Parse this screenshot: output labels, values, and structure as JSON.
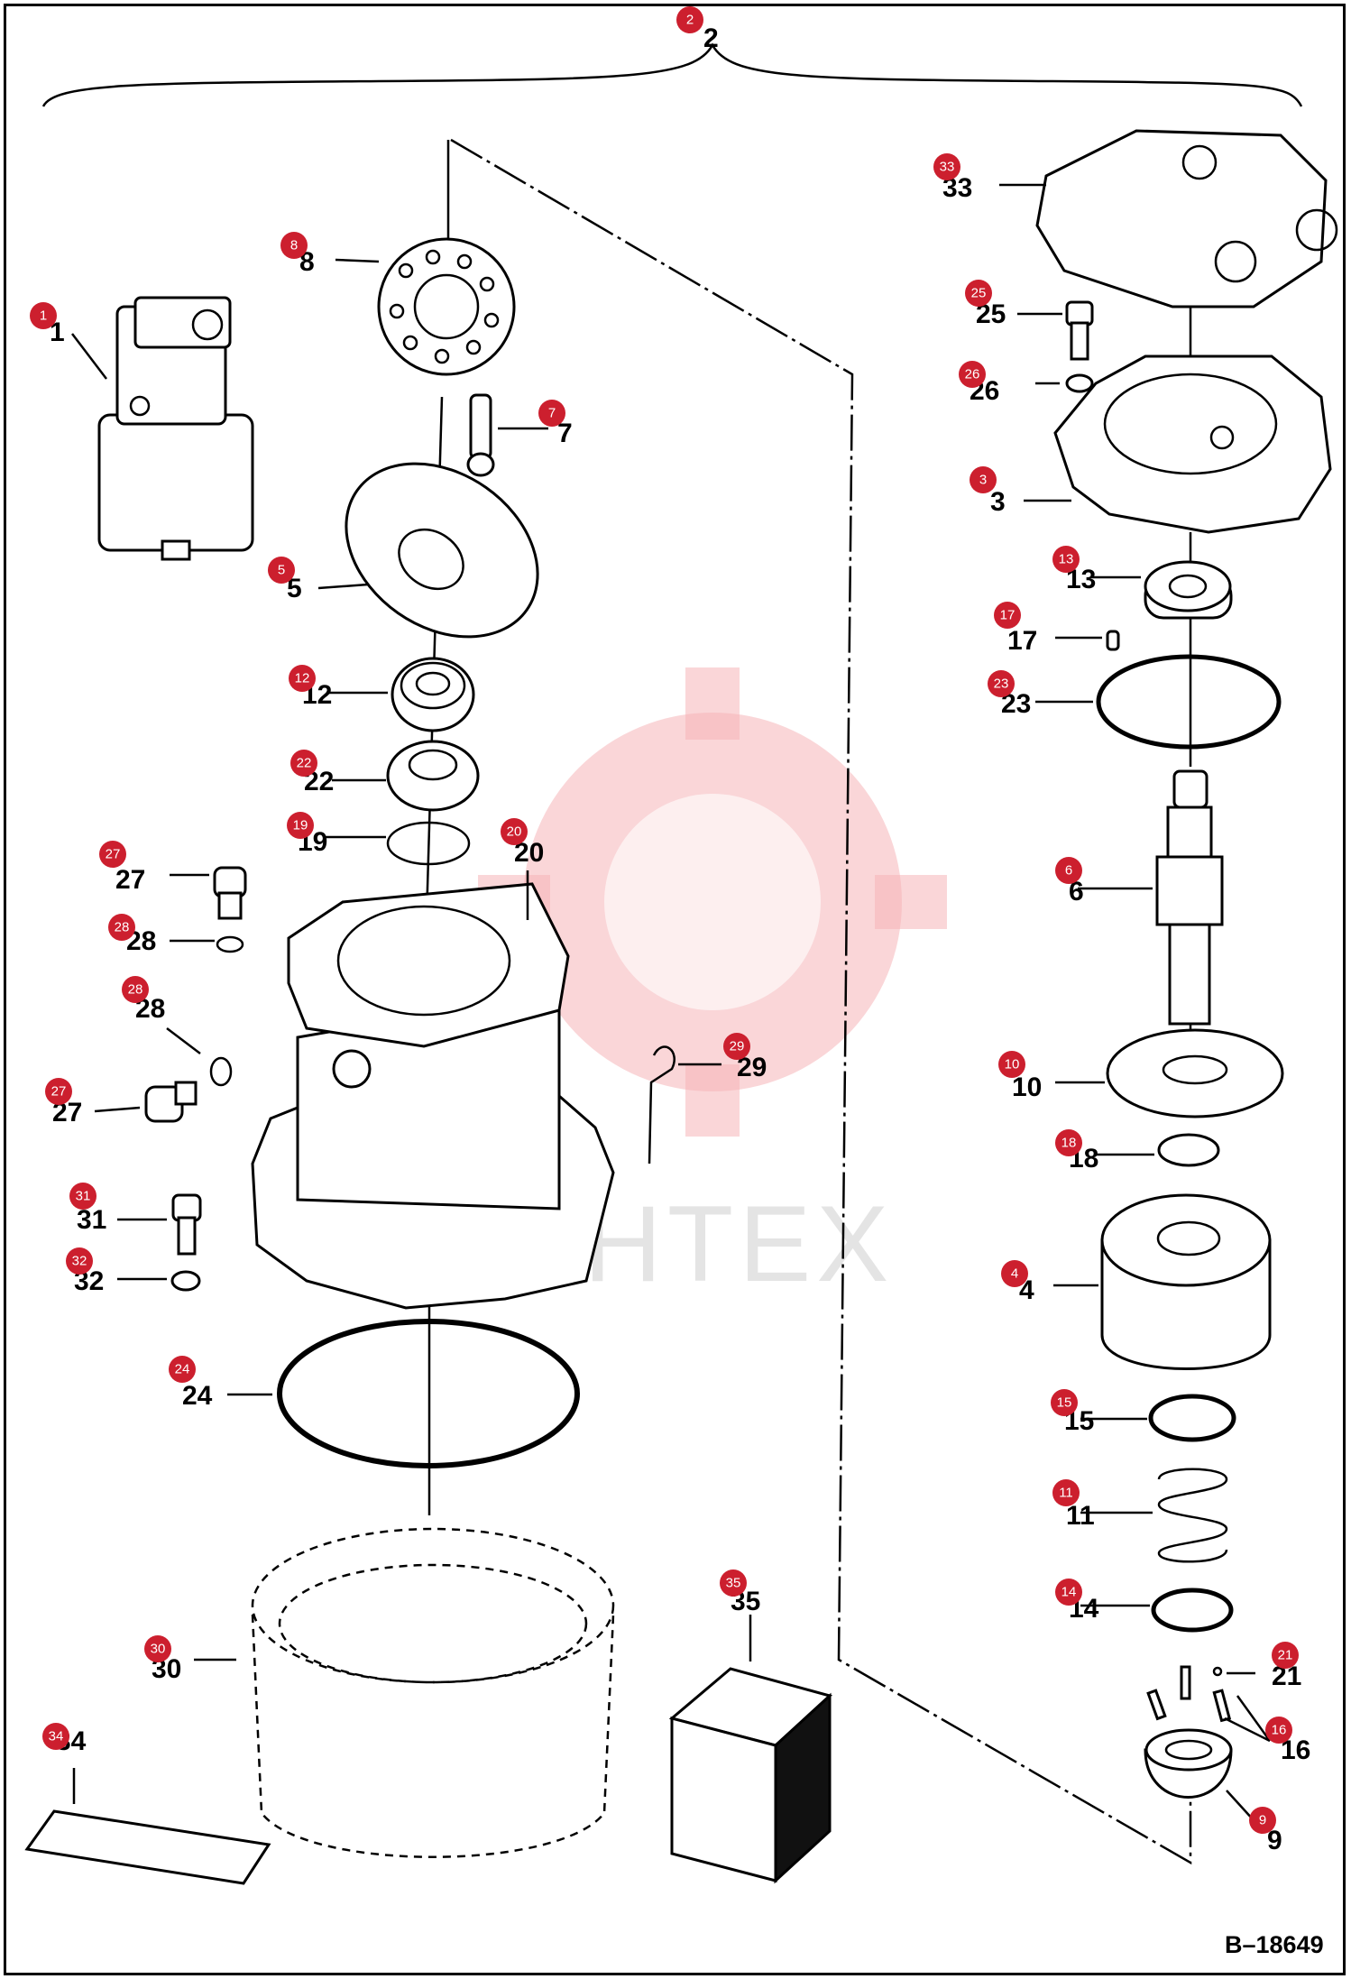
{
  "diagram": {
    "reference": "B–18649",
    "watermark_text": "ИНТЕХ",
    "assembly_label": "2",
    "callouts": [
      {
        "id": "1",
        "label": "1"
      },
      {
        "id": "2",
        "label": "2"
      },
      {
        "id": "3",
        "label": "3"
      },
      {
        "id": "4",
        "label": "4"
      },
      {
        "id": "5",
        "label": "5"
      },
      {
        "id": "6",
        "label": "6"
      },
      {
        "id": "7",
        "label": "7"
      },
      {
        "id": "8",
        "label": "8"
      },
      {
        "id": "9",
        "label": "9"
      },
      {
        "id": "10",
        "label": "10"
      },
      {
        "id": "11",
        "label": "11"
      },
      {
        "id": "12",
        "label": "12"
      },
      {
        "id": "13",
        "label": "13"
      },
      {
        "id": "14",
        "label": "14"
      },
      {
        "id": "15",
        "label": "15"
      },
      {
        "id": "16",
        "label": "16"
      },
      {
        "id": "17",
        "label": "17"
      },
      {
        "id": "18",
        "label": "18"
      },
      {
        "id": "19",
        "label": "19"
      },
      {
        "id": "20",
        "label": "20"
      },
      {
        "id": "21",
        "label": "21"
      },
      {
        "id": "22",
        "label": "22"
      },
      {
        "id": "23",
        "label": "23"
      },
      {
        "id": "24",
        "label": "24"
      },
      {
        "id": "25",
        "label": "25"
      },
      {
        "id": "26",
        "label": "26"
      },
      {
        "id": "27a",
        "label": "27"
      },
      {
        "id": "27b",
        "label": "27"
      },
      {
        "id": "28a",
        "label": "28"
      },
      {
        "id": "28b",
        "label": "28"
      },
      {
        "id": "29",
        "label": "29"
      },
      {
        "id": "30",
        "label": "30"
      },
      {
        "id": "31",
        "label": "31"
      },
      {
        "id": "32",
        "label": "32"
      },
      {
        "id": "33",
        "label": "33"
      },
      {
        "id": "34",
        "label": "34"
      },
      {
        "id": "35",
        "label": "35"
      }
    ],
    "badge_color": "#cc1f2e"
  }
}
